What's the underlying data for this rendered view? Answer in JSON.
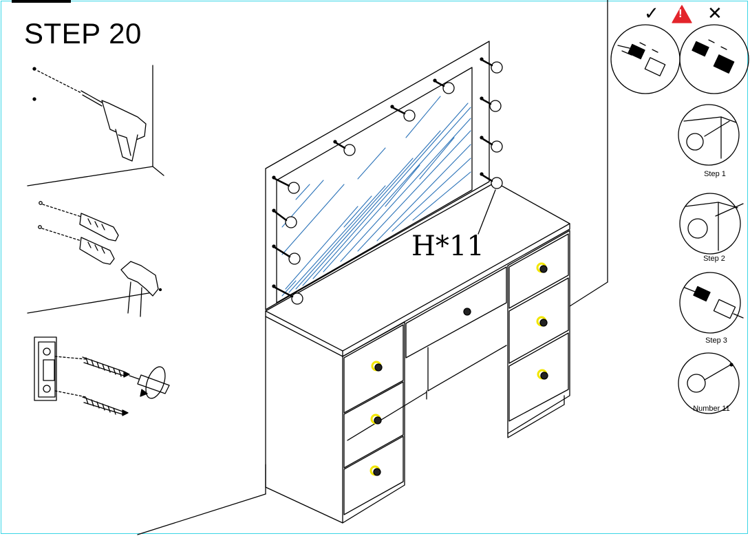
{
  "step": {
    "title": "STEP 20"
  },
  "callout": {
    "label": "H*11"
  },
  "legend": {
    "ok_symbol": "✓",
    "warning_symbol": "!",
    "no_symbol": "✕",
    "insets": [
      {
        "caption": "Step 1"
      },
      {
        "caption": "Step 2"
      },
      {
        "caption": "Step 3"
      },
      {
        "caption": "Number 11"
      }
    ]
  },
  "colors": {
    "frame": "#3ad6e6",
    "mirror_hatch": "#2a72b8",
    "knob_highlight": "#f2e600",
    "warning": "#e3242b",
    "line": "#000000"
  },
  "icons": [
    "drill-icon",
    "wall-anchor-icon",
    "hammer-icon",
    "screwdriver-icon",
    "plug-connector-icon",
    "bulb-icon"
  ]
}
